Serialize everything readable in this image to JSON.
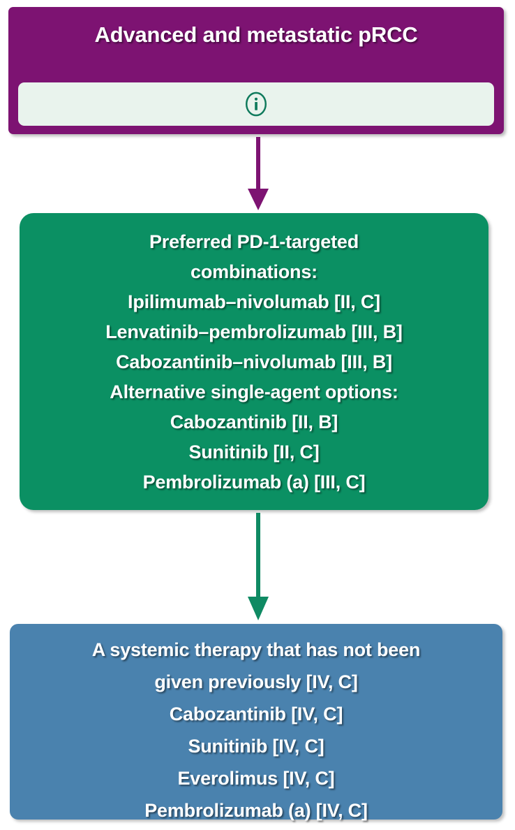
{
  "diagram": {
    "title": "Advanced and metastatic pRCC treatment algorithm",
    "colors": {
      "header_purple": "#7d1372",
      "node_green": "#0b9063",
      "node_blue": "#4a82ae",
      "info_bar_bg": "#e9f3ed",
      "info_icon": "#0f7a5c",
      "text": "#ffffff",
      "background": "#ffffff"
    }
  },
  "header": {
    "title": "Advanced and metastatic pRCC",
    "info_icon_name": "info-icon",
    "info_icon_glyph": "i"
  },
  "first_line_node": {
    "lines": [
      "Preferred PD-1-targeted\ncombinations:",
      "Ipilimumab–nivolumab [II, C]",
      "Lenvatinib–pembrolizumab [III, B]",
      "Cabozantinib–nivolumab [III, B]",
      "Alternative single-agent options:",
      "Cabozantinib [II, B]",
      "Sunitinib [II, C]",
      "Pembrolizumab (a) [III, C]"
    ]
  },
  "subsequent_line_node": {
    "lines": [
      "A systemic therapy that has not been\ngiven previously [IV, C]",
      "Cabozantinib [IV, C]",
      "Sunitinib [IV, C]",
      "Everolimus [IV, C]",
      "Pembrolizumab (a) [IV, C]"
    ]
  },
  "arrows": [
    {
      "name": "arrow-header-to-first-line",
      "color": "#7d1372"
    },
    {
      "name": "arrow-first-line-to-subsequent-line",
      "color": "#0f8a63"
    }
  ]
}
